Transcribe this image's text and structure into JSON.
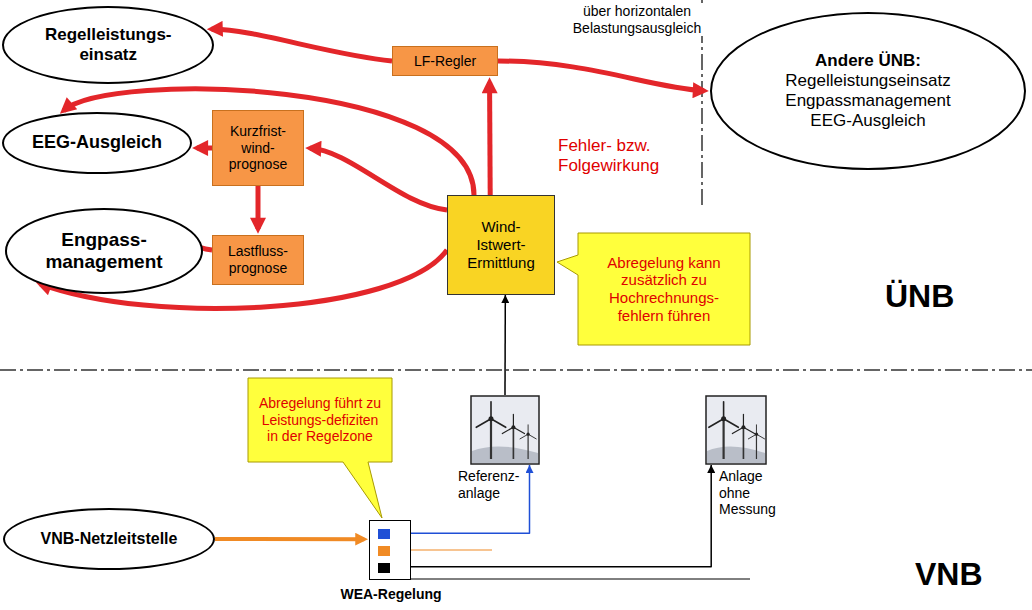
{
  "diagram": {
    "nodes": [
      {
        "text": [
          "Regelleistungs-einsatz"
        ]
      },
      {
        "text": [
          "EEG-Ausgleich"
        ]
      },
      {
        "text": [
          "Engpass-management"
        ]
      },
      {
        "text": [
          "LF-Regler"
        ]
      },
      {
        "text": [
          "Kurzfrist-wind-prognose"
        ]
      },
      {
        "text": [
          "Lastfluss-prognose"
        ]
      },
      {
        "text": [
          "Wind-Istwert-Ermittlung"
        ]
      },
      {
        "text": [
          "Andere ÜNB:",
          "Regelleistungseinsatz Engpassmanagement EEG-Ausgleich"
        ]
      },
      {
        "text": [
          "Abregelung kann zusätzlich zu Hochrechnungs-fehlern führen"
        ]
      },
      {
        "text": [
          "Abregelung führt zu Leistungs-defiziten in der Regelzone"
        ]
      },
      {
        "text": [
          "VNB-Netzleitstelle"
        ]
      },
      {
        "text": [
          "WEA-Regelung"
        ]
      },
      {
        "text": [
          "Referenz-anlage"
        ]
      },
      {
        "text": [
          "Anlage ohne Messung"
        ]
      }
    ],
    "edges": [
      {
        "from": 6,
        "to": 3,
        "arrow": "to"
      },
      {
        "from": 3,
        "to": 0,
        "arrow": "to"
      },
      {
        "from": 3,
        "to": 7,
        "arrow": "to"
      },
      {
        "from": 6,
        "to": 1,
        "arrow": "to"
      },
      {
        "from": 6,
        "to": 4,
        "arrow": "to"
      },
      {
        "from": 4,
        "to": 1,
        "arrow": "to"
      },
      {
        "from": 4,
        "to": 5,
        "arrow": "to"
      },
      {
        "from": 5,
        "to": 2,
        "arrow": "to"
      },
      {
        "from": 6,
        "to": 2,
        "arrow": "to"
      },
      {
        "from": 10,
        "to": 11,
        "arrow": "to"
      },
      {
        "from": 11,
        "to": 12,
        "arrow": "to"
      },
      {
        "from": 11,
        "to": 13,
        "arrow": "to"
      },
      {
        "from": 12,
        "to": 6,
        "arrow": "to"
      }
    ],
    "labels": [
      "über horizontalen Belastungsausgleich",
      "Fehler- bzw. Folgewirkung",
      "ÜNB",
      "VNB"
    ]
  }
}
